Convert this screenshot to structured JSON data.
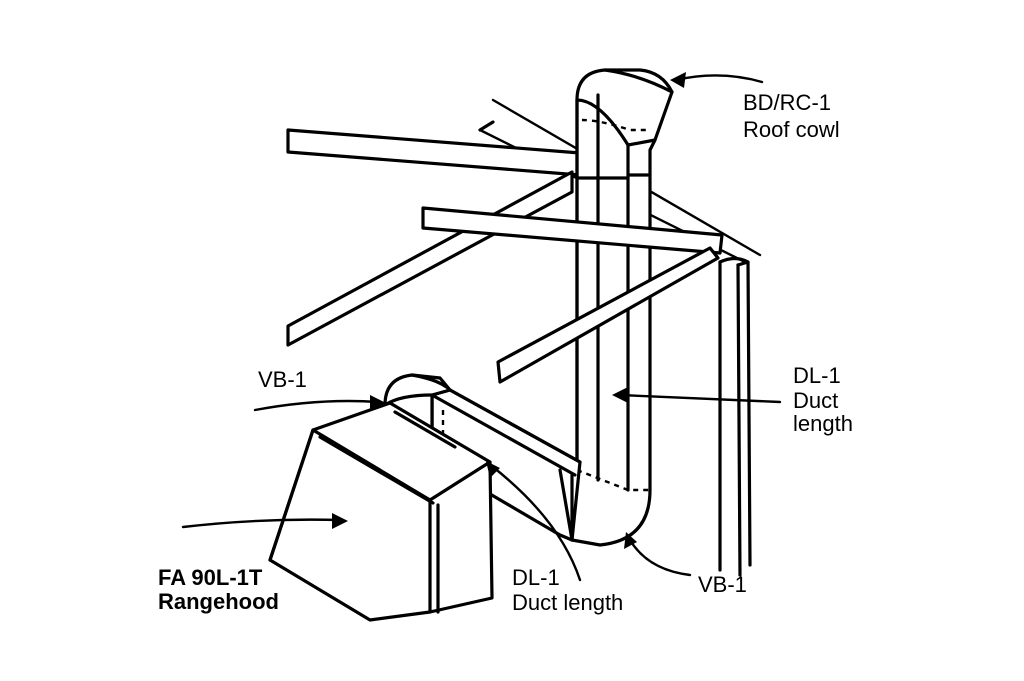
{
  "labels": {
    "roof_cowl_code": "BD/RC-1",
    "roof_cowl_name": "Roof cowl",
    "vertical_duct_code": "DL-1",
    "vertical_duct_name_1": "Duct",
    "vertical_duct_name_2": "length",
    "hood_bend_code": "VB-1",
    "lower_bend_code": "VB-1",
    "horizontal_duct_code": "DL-1",
    "horizontal_duct_name": "Duct length",
    "rangehood_code": "FA 90L-1T",
    "rangehood_name": "Rangehood"
  }
}
